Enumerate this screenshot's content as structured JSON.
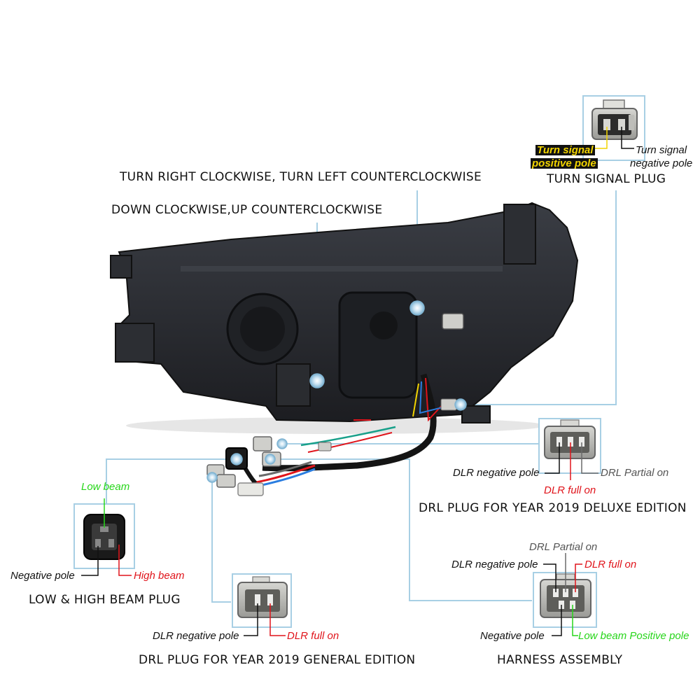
{
  "colors": {
    "callout_line": "#a8cfe4",
    "pin_red": "#e0141b",
    "pin_green": "#27d61a",
    "pin_yellow": "#f2d400",
    "housing": "#2a2c31"
  },
  "instructions": {
    "horizontal_adjust": "TURN RIGHT CLOCKWISE, TURN LEFT COUNTERCLOCKWISE",
    "vertical_adjust": "DOWN CLOCKWISE,UP COUNTERCLOCKWISE"
  },
  "turn_signal_plug": {
    "title": "TURN SIGNAL PLUG",
    "positive_line1": "Turn signal",
    "positive_line2": "positive pole",
    "negative_line1": "Turn signal",
    "negative_line2": "negative pole"
  },
  "drl_deluxe": {
    "title": "DRL PLUG FOR YEAR 2019 DELUXE EDITION",
    "negative": "DLR negative pole",
    "full_on": "DLR full on",
    "partial_on": "DRL Partial on"
  },
  "beam_plug": {
    "title": "LOW & HIGH BEAM PLUG",
    "low_beam": "Low beam",
    "negative": "Negative pole",
    "high_beam": "High beam"
  },
  "drl_general": {
    "title": "DRL PLUG FOR YEAR 2019 GENERAL EDITION",
    "negative": "DLR negative pole",
    "full_on": "DLR full on"
  },
  "harness": {
    "title": "HARNESS ASSEMBLY",
    "partial_on": "DRL Partial on",
    "negative_drl": "DLR negative pole",
    "full_on": "DLR full on",
    "negative": "Negative pole",
    "low_beam_positive": "Low beam Positive pole"
  }
}
